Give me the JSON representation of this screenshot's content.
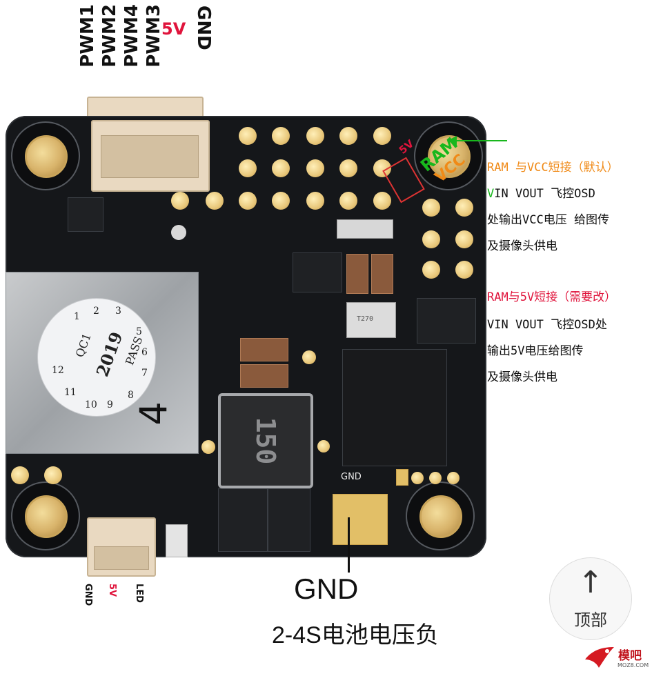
{
  "top_pin_labels": [
    {
      "text": "PWM1",
      "color": "#111111"
    },
    {
      "text": "PWM2",
      "color": "#111111"
    },
    {
      "text": "PWM4",
      "color": "#111111"
    },
    {
      "text": "PWM3",
      "color": "#111111"
    },
    {
      "text": "5V",
      "color": "#e0143c"
    },
    {
      "text": "GND",
      "color": "#111111"
    }
  ],
  "board_marks": {
    "jumper_5v": "5V",
    "jumper_ram": "RAM",
    "jumper_vcc": "VCC",
    "inductor_code": "150",
    "gnd_silk": "GND",
    "sticker": {
      "qc": "QC1",
      "year": "2019",
      "pass": "PASS",
      "numbers": [
        "1",
        "2",
        "3",
        "5",
        "6",
        "7",
        "8",
        "9",
        "10",
        "11",
        "12"
      ],
      "card_number": "4"
    },
    "crystal": "T270"
  },
  "annotations": {
    "option1_title": "RAM 与VCC短接（默认）",
    "option1_line1_prefix": "V",
    "option1_line1_rest": "IN VOUT 飞控OSD",
    "option1_line2": "处输出VCC电压 给图传",
    "option1_line3": "及摄像头供电",
    "option2_title": "RAM与5V短接（需要改）",
    "option2_line1": "VIN VOUT 飞控OSD处",
    "option2_line2": "输出5V电压给图传",
    "option2_line3": "及摄像头供电"
  },
  "bottom_labels": {
    "gnd": "GND",
    "v5": "5V",
    "led": "LED",
    "gnd_big": "GND",
    "battery": "2-4S电池电压负"
  },
  "top_button": {
    "arrow": "↑",
    "label": "顶部"
  },
  "logo": {
    "name": "模吧",
    "url": "MOZ8.COM"
  },
  "colors": {
    "orange": "#f08a17",
    "red": "#e0143c",
    "green": "#18b71d",
    "pcb": "#15171a",
    "gold": "#e2bf67"
  }
}
